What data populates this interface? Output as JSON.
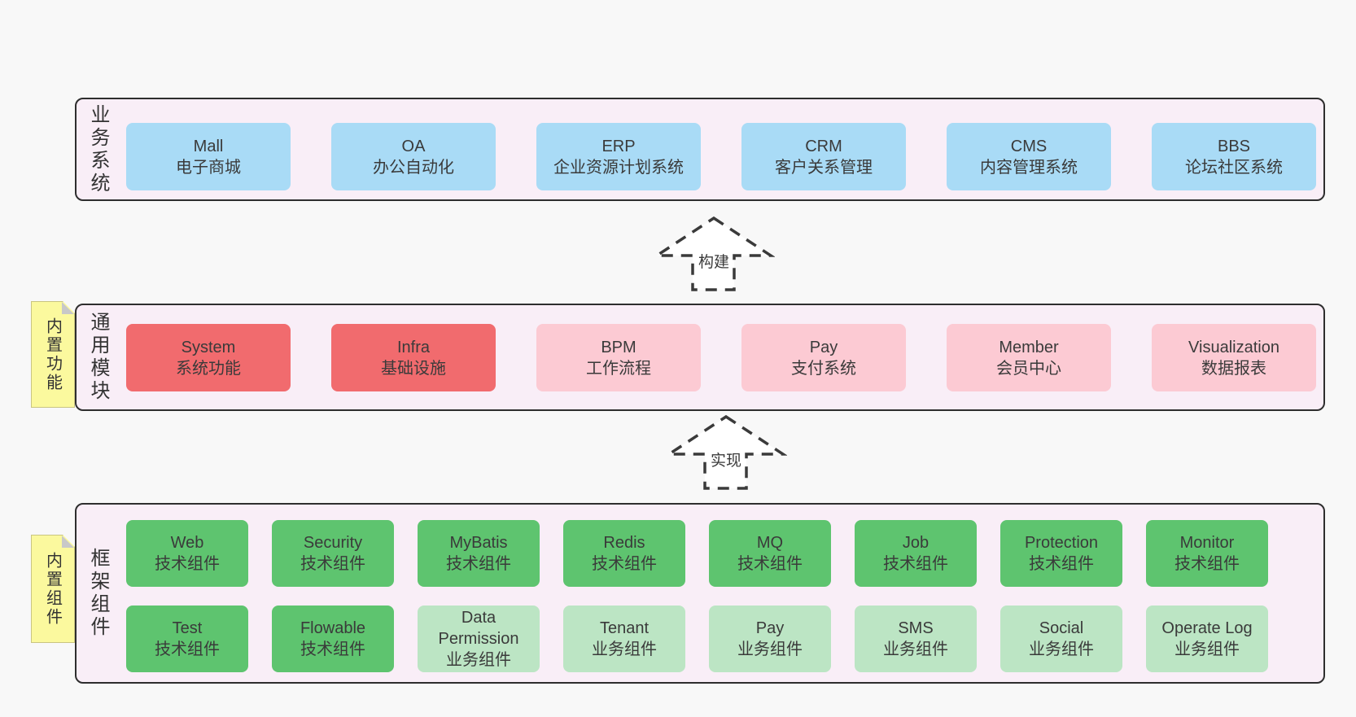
{
  "page": {
    "background": "#f8f8f8",
    "band_background": "#f9eef7",
    "band_border": "#2e2e2e"
  },
  "colors": {
    "blue": "#a9dbf6",
    "red": "#f16b6e",
    "pink": "#fccad3",
    "green": "#5ec46f",
    "lightgreen": "#bce5c4",
    "sticky_yellow": "#fbf99e",
    "sticky_fold_gray": "#c8c8c8",
    "text": "#3a3a3a"
  },
  "bands": [
    {
      "id": "business-systems",
      "label": "业务系统",
      "boxes": [
        {
          "title": "Mall",
          "subtitle": "电子商城",
          "variant": "blue"
        },
        {
          "title": "OA",
          "subtitle": "办公自动化",
          "variant": "blue"
        },
        {
          "title": "ERP",
          "subtitle": "企业资源计划系统",
          "variant": "blue"
        },
        {
          "title": "CRM",
          "subtitle": "客户关系管理",
          "variant": "blue"
        },
        {
          "title": "CMS",
          "subtitle": "内容管理系统",
          "variant": "blue"
        },
        {
          "title": "BBS",
          "subtitle": "论坛社区系统",
          "variant": "blue"
        }
      ]
    },
    {
      "id": "common-modules",
      "label": "通用模块",
      "sticky": "内置功能",
      "boxes": [
        {
          "title": "System",
          "subtitle": "系统功能",
          "variant": "red"
        },
        {
          "title": "Infra",
          "subtitle": "基础设施",
          "variant": "red"
        },
        {
          "title": "BPM",
          "subtitle": "工作流程",
          "variant": "pink"
        },
        {
          "title": "Pay",
          "subtitle": "支付系统",
          "variant": "pink"
        },
        {
          "title": "Member",
          "subtitle": "会员中心",
          "variant": "pink"
        },
        {
          "title": "Visualization",
          "subtitle": "数据报表",
          "variant": "pink"
        }
      ]
    },
    {
      "id": "framework-components",
      "label": "框架组件",
      "sticky": "内置组件",
      "rows": [
        [
          {
            "title": "Web",
            "subtitle": "技术组件",
            "variant": "green"
          },
          {
            "title": "Security",
            "subtitle": "技术组件",
            "variant": "green"
          },
          {
            "title": "MyBatis",
            "subtitle": "技术组件",
            "variant": "green"
          },
          {
            "title": "Redis",
            "subtitle": "技术组件",
            "variant": "green"
          },
          {
            "title": "MQ",
            "subtitle": "技术组件",
            "variant": "green"
          },
          {
            "title": "Job",
            "subtitle": "技术组件",
            "variant": "green"
          },
          {
            "title": "Protection",
            "subtitle": "技术组件",
            "variant": "green"
          },
          {
            "title": "Monitor",
            "subtitle": "技术组件",
            "variant": "green"
          }
        ],
        [
          {
            "title": "Test",
            "subtitle": "技术组件",
            "variant": "green"
          },
          {
            "title": "Flowable",
            "subtitle": "技术组件",
            "variant": "green"
          },
          {
            "title": "Data Permission",
            "subtitle": "业务组件",
            "variant": "lightgreen"
          },
          {
            "title": "Tenant",
            "subtitle": "业务组件",
            "variant": "lightgreen"
          },
          {
            "title": "Pay",
            "subtitle": "业务组件",
            "variant": "lightgreen"
          },
          {
            "title": "SMS",
            "subtitle": "业务组件",
            "variant": "lightgreen"
          },
          {
            "title": "Social",
            "subtitle": "业务组件",
            "variant": "lightgreen"
          },
          {
            "title": "Operate Log",
            "subtitle": "业务组件",
            "variant": "lightgreen"
          }
        ]
      ]
    }
  ],
  "arrows": [
    {
      "label": "构建"
    },
    {
      "label": "实现"
    }
  ]
}
